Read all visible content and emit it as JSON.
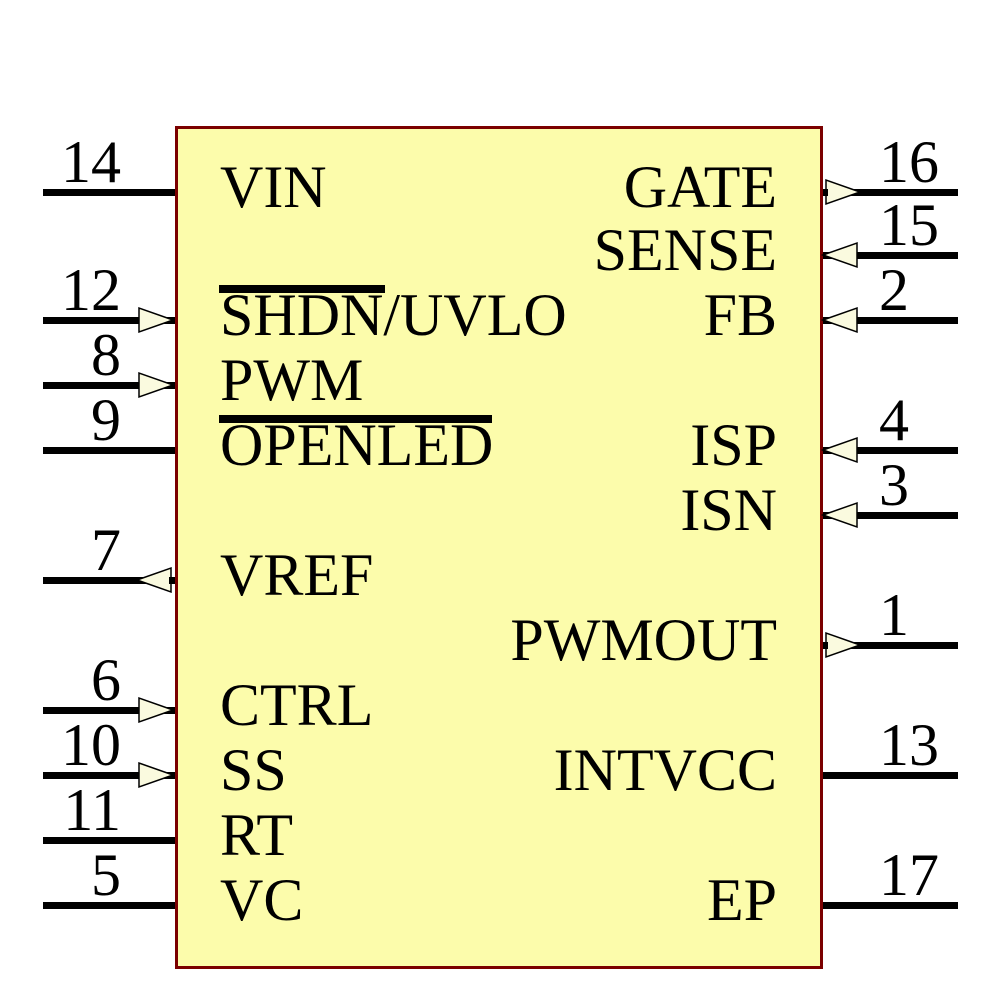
{
  "diagram_type": "ic-schematic-symbol",
  "colors": {
    "body_fill": "#FCFCAB",
    "body_border": "#7B0000",
    "arrow_fill": "#FAFADF",
    "wire_color": "#000000"
  },
  "pins": {
    "left": [
      {
        "number": "14",
        "label": "VIN",
        "arrow": "none"
      },
      {
        "number": "12",
        "label": "SHDN/UVLO",
        "arrow": "in",
        "overline": "SHDN"
      },
      {
        "number": "8",
        "label": "PWM",
        "arrow": "in"
      },
      {
        "number": "9",
        "label": "OPENLED",
        "arrow": "none",
        "overline": "OPENLED"
      },
      {
        "number": "7",
        "label": "VREF",
        "arrow": "out"
      },
      {
        "number": "6",
        "label": "CTRL",
        "arrow": "in"
      },
      {
        "number": "10",
        "label": "SS",
        "arrow": "in"
      },
      {
        "number": "11",
        "label": "RT",
        "arrow": "none"
      },
      {
        "number": "5",
        "label": "VC",
        "arrow": "none"
      }
    ],
    "right": [
      {
        "number": "16",
        "label": "GATE",
        "arrow": "out"
      },
      {
        "number": "15",
        "label": "SENSE",
        "arrow": "in"
      },
      {
        "number": "2",
        "label": "FB",
        "arrow": "in"
      },
      {
        "number": "4",
        "label": "ISP",
        "arrow": "in"
      },
      {
        "number": "3",
        "label": "ISN",
        "arrow": "in"
      },
      {
        "number": "1",
        "label": "PWMOUT",
        "arrow": "out"
      },
      {
        "number": "13",
        "label": "INTVCC",
        "arrow": "none"
      },
      {
        "number": "17",
        "label": "EP",
        "arrow": "none"
      }
    ]
  }
}
